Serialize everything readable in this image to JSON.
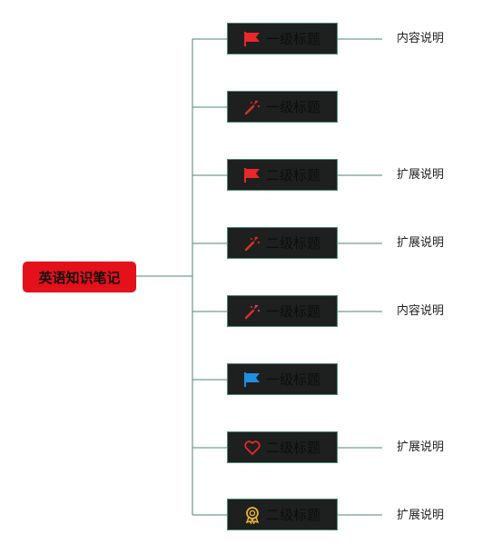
{
  "root": {
    "label": "英语知识笔记"
  },
  "branches": [
    {
      "label": "一级标题",
      "icon": "red-flag-icon",
      "note": "内容说明"
    },
    {
      "label": "一级标题",
      "icon": "party-popper-icon",
      "note": ""
    },
    {
      "label": "二级标题",
      "icon": "red-flag-icon",
      "note": "扩展说明"
    },
    {
      "label": "二级标题",
      "icon": "party-popper-icon",
      "note": "扩展说明"
    },
    {
      "label": "一级标题",
      "icon": "party-popper-icon",
      "note": "内容说明"
    },
    {
      "label": "一级标题",
      "icon": "blue-flag-icon",
      "note": ""
    },
    {
      "label": "二级标题",
      "icon": "heart-icon",
      "note": "扩展说明"
    },
    {
      "label": "二级标题",
      "icon": "award-medal-icon",
      "note": "扩展说明"
    }
  ],
  "colors": {
    "root_fill": "#e4101a",
    "node_fill": "#1e1f1f",
    "connector": "#4a8a72",
    "flag_red": "#e8282a",
    "flag_blue": "#1e8fe0",
    "heart": "#e8282a",
    "medal": "#e8b52a"
  }
}
